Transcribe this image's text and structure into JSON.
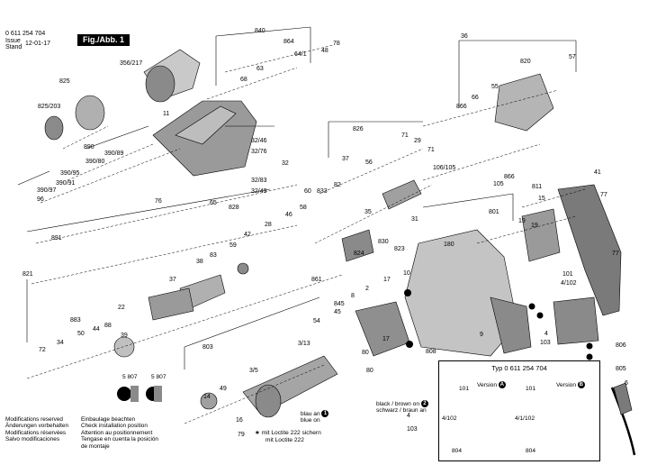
{
  "header": {
    "part_number": "0 611 254 704",
    "issue_label": "Issue",
    "stand_label": "Stand",
    "date": "12-01-17",
    "figure": "Fig./Abb. 1"
  },
  "callouts": [
    {
      "id": "840",
      "text": "840"
    },
    {
      "id": "864",
      "text": "864"
    },
    {
      "id": "64_1",
      "text": "64/1"
    },
    {
      "id": "48",
      "text": "48"
    },
    {
      "id": "78",
      "text": "78"
    },
    {
      "id": "36",
      "text": "36"
    },
    {
      "id": "820",
      "text": "820"
    },
    {
      "id": "57",
      "text": "57"
    },
    {
      "id": "356_217",
      "text": "356/217"
    },
    {
      "id": "825",
      "text": "825"
    },
    {
      "id": "825_203",
      "text": "825/203"
    },
    {
      "id": "68",
      "text": "68"
    },
    {
      "id": "63",
      "text": "63"
    },
    {
      "id": "11",
      "text": "11"
    },
    {
      "id": "866a",
      "text": "866"
    },
    {
      "id": "66",
      "text": "66"
    },
    {
      "id": "55",
      "text": "55"
    },
    {
      "id": "826",
      "text": "826"
    },
    {
      "id": "71a",
      "text": "71"
    },
    {
      "id": "29",
      "text": "29"
    },
    {
      "id": "71b",
      "text": "71"
    },
    {
      "id": "890",
      "text": "890"
    },
    {
      "id": "390_89",
      "text": "390/89"
    },
    {
      "id": "390_80",
      "text": "390/80"
    },
    {
      "id": "390_95",
      "text": "390/95"
    },
    {
      "id": "390_91",
      "text": "390/91"
    },
    {
      "id": "390_97",
      "text": "390/97"
    },
    {
      "id": "96",
      "text": "96"
    },
    {
      "id": "32_46",
      "text": "32/46"
    },
    {
      "id": "32_76",
      "text": "32/76"
    },
    {
      "id": "32",
      "text": "32"
    },
    {
      "id": "32_83",
      "text": "32/83"
    },
    {
      "id": "32_49",
      "text": "32/49"
    },
    {
      "id": "76",
      "text": "76"
    },
    {
      "id": "65",
      "text": "65"
    },
    {
      "id": "37_56",
      "text": "37"
    },
    {
      "id": "56",
      "text": "56"
    },
    {
      "id": "106_105",
      "text": "106/105"
    },
    {
      "id": "105",
      "text": "105"
    },
    {
      "id": "866b",
      "text": "866"
    },
    {
      "id": "41",
      "text": "41"
    },
    {
      "id": "77a",
      "text": "77"
    },
    {
      "id": "811",
      "text": "811"
    },
    {
      "id": "15",
      "text": "15"
    },
    {
      "id": "60",
      "text": "60"
    },
    {
      "id": "833",
      "text": "833"
    },
    {
      "id": "82",
      "text": "82"
    },
    {
      "id": "828",
      "text": "828"
    },
    {
      "id": "46",
      "text": "46"
    },
    {
      "id": "58",
      "text": "58"
    },
    {
      "id": "35",
      "text": "35"
    },
    {
      "id": "830",
      "text": "830"
    },
    {
      "id": "31",
      "text": "31"
    },
    {
      "id": "801",
      "text": "801"
    },
    {
      "id": "19a",
      "text": "19"
    },
    {
      "id": "19b",
      "text": "19"
    },
    {
      "id": "891",
      "text": "891"
    },
    {
      "id": "42",
      "text": "42"
    },
    {
      "id": "28",
      "text": "28"
    },
    {
      "id": "59",
      "text": "59"
    },
    {
      "id": "83",
      "text": "83"
    },
    {
      "id": "824",
      "text": "824"
    },
    {
      "id": "823",
      "text": "823"
    },
    {
      "id": "180",
      "text": "180"
    },
    {
      "id": "77b",
      "text": "77"
    },
    {
      "id": "38",
      "text": "38"
    },
    {
      "id": "821",
      "text": "821"
    },
    {
      "id": "861",
      "text": "861"
    },
    {
      "id": "10",
      "text": "10"
    },
    {
      "id": "101",
      "text": "101"
    },
    {
      "id": "4_102",
      "text": "4/102"
    },
    {
      "id": "37",
      "text": "37"
    },
    {
      "id": "17a",
      "text": "17"
    },
    {
      "id": "8",
      "text": "8"
    },
    {
      "id": "2",
      "text": "2"
    },
    {
      "id": "22",
      "text": "22"
    },
    {
      "id": "845",
      "text": "845"
    },
    {
      "id": "45",
      "text": "45"
    },
    {
      "id": "883",
      "text": "883"
    },
    {
      "id": "88",
      "text": "88"
    },
    {
      "id": "39",
      "text": "39"
    },
    {
      "id": "54",
      "text": "54"
    },
    {
      "id": "9",
      "text": "9"
    },
    {
      "id": "4",
      "text": "4"
    },
    {
      "id": "103",
      "text": "103"
    },
    {
      "id": "72",
      "text": "72"
    },
    {
      "id": "34",
      "text": "34"
    },
    {
      "id": "50",
      "text": "50"
    },
    {
      "id": "44",
      "text": "44"
    },
    {
      "id": "803",
      "text": "803"
    },
    {
      "id": "3_13",
      "text": "3/13"
    },
    {
      "id": "17b",
      "text": "17"
    },
    {
      "id": "808",
      "text": "808"
    },
    {
      "id": "806",
      "text": "806"
    },
    {
      "id": "805",
      "text": "805"
    },
    {
      "id": "3_5",
      "text": "3/5"
    },
    {
      "id": "80a",
      "text": "80"
    },
    {
      "id": "80b",
      "text": "80"
    },
    {
      "id": "6",
      "text": "6"
    },
    {
      "id": "49",
      "text": "49"
    },
    {
      "id": "14",
      "text": "14"
    },
    {
      "id": "16",
      "text": "16"
    },
    {
      "id": "79",
      "text": "79"
    },
    {
      "id": "4b",
      "text": "4"
    },
    {
      "id": "103b",
      "text": "103"
    }
  ],
  "symbols": {
    "install": {
      "number": "5",
      "code": "807"
    }
  },
  "wire_colors": {
    "blue_label": "blau an",
    "blue_label_en": "blue on",
    "blue_marker": "1",
    "brown_label": "black / brown on",
    "brown_label_de": "schwarz / braun an",
    "brown_marker": "2",
    "loctite_de": "mit Loctite 222 sichern",
    "loctite_en": "mit Loctite 222",
    "marker_a": "A",
    "marker_b": "B"
  },
  "typ_box": {
    "title": "Typ 0 611 254 704",
    "version_label": "Version",
    "left_parts": [
      "101",
      "4/102",
      "804"
    ],
    "right_parts": [
      "101",
      "4/1/102",
      "804"
    ]
  },
  "notes": [
    "Modifications reserved",
    "Änderungen vorbehalten",
    "Modifications réservées",
    "Salvo modificaciones"
  ],
  "check_notes": [
    "Einbaulage beachten",
    "Check installation position",
    "Attention au positionnement",
    "Tengase en cuenta la posición",
    "de montaje"
  ],
  "colors": {
    "ink": "#000000",
    "paper": "#ffffff",
    "grey": "#8a8a8a"
  }
}
